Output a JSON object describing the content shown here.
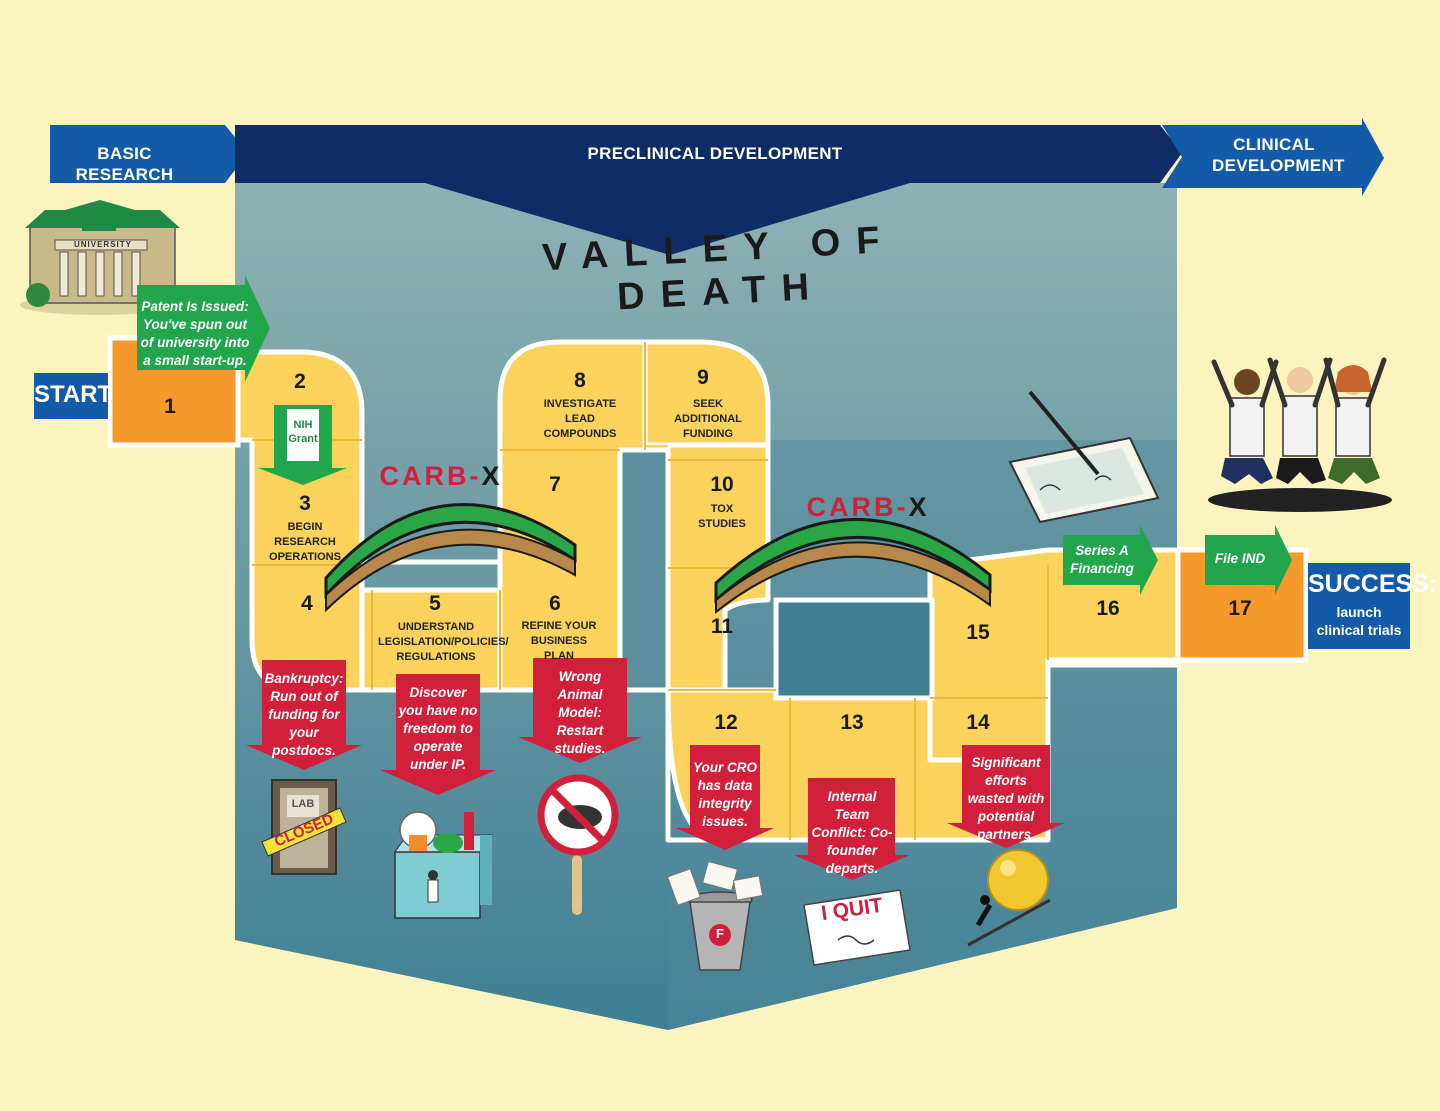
{
  "phases": {
    "basic": "BASIC RESEARCH",
    "preclinical": "PRECLINICAL DEVELOPMENT",
    "clinical": "CLINICAL DEVELOPMENT"
  },
  "title": "VALLEY OF DEATH",
  "start": "START",
  "success": {
    "title": "SUCCESS:",
    "sub": "launch clinical trials"
  },
  "university_sign": "UNIVERSITY",
  "carbx": {
    "a": "CARB-",
    "b": "X"
  },
  "nih": "NIH Grant",
  "spaces": [
    {
      "n": "1",
      "t": ""
    },
    {
      "n": "2",
      "t": ""
    },
    {
      "n": "3",
      "t": "BEGIN RESEARCH OPERATIONS"
    },
    {
      "n": "4",
      "t": ""
    },
    {
      "n": "5",
      "t": "UNDERSTAND LEGISLATION/POLICIES/ REGULATIONS"
    },
    {
      "n": "6",
      "t": "REFINE YOUR BUSINESS PLAN"
    },
    {
      "n": "7",
      "t": ""
    },
    {
      "n": "8",
      "t": "INVESTIGATE LEAD COMPOUNDS"
    },
    {
      "n": "9",
      "t": "SEEK ADDITIONAL FUNDING"
    },
    {
      "n": "10",
      "t": "TOX STUDIES"
    },
    {
      "n": "11",
      "t": ""
    },
    {
      "n": "12",
      "t": ""
    },
    {
      "n": "13",
      "t": ""
    },
    {
      "n": "14",
      "t": ""
    },
    {
      "n": "15",
      "t": ""
    },
    {
      "n": "16",
      "t": ""
    },
    {
      "n": "17",
      "t": ""
    }
  ],
  "good_events": {
    "patent": "Patent Is Issued: You've spun out of university into a small start-up.",
    "series_a": "Series A Financing",
    "file_ind": "File IND"
  },
  "bad_events": {
    "bankruptcy": "Bankruptcy: Run out of funding for your postdocs.",
    "freedom": "Discover you have no freedom to operate under IP.",
    "animal": "Wrong Animal Model: Restart studies.",
    "cro": "Your CRO has data integrity issues.",
    "conflict": "Internal Team Conflict: Co-founder departs.",
    "partners": "Significant efforts wasted with potential partners."
  },
  "props": {
    "lab": "LAB",
    "closed": "CLOSED",
    "quit": "I QUIT",
    "grade": "F"
  },
  "colors": {
    "background": "#fbf4bf",
    "valley": "#6e99a3",
    "board": "#fbd35c",
    "orange": "#f59a2a",
    "navy": "#103c82",
    "green": "#21a64b",
    "red": "#d21f3c"
  }
}
